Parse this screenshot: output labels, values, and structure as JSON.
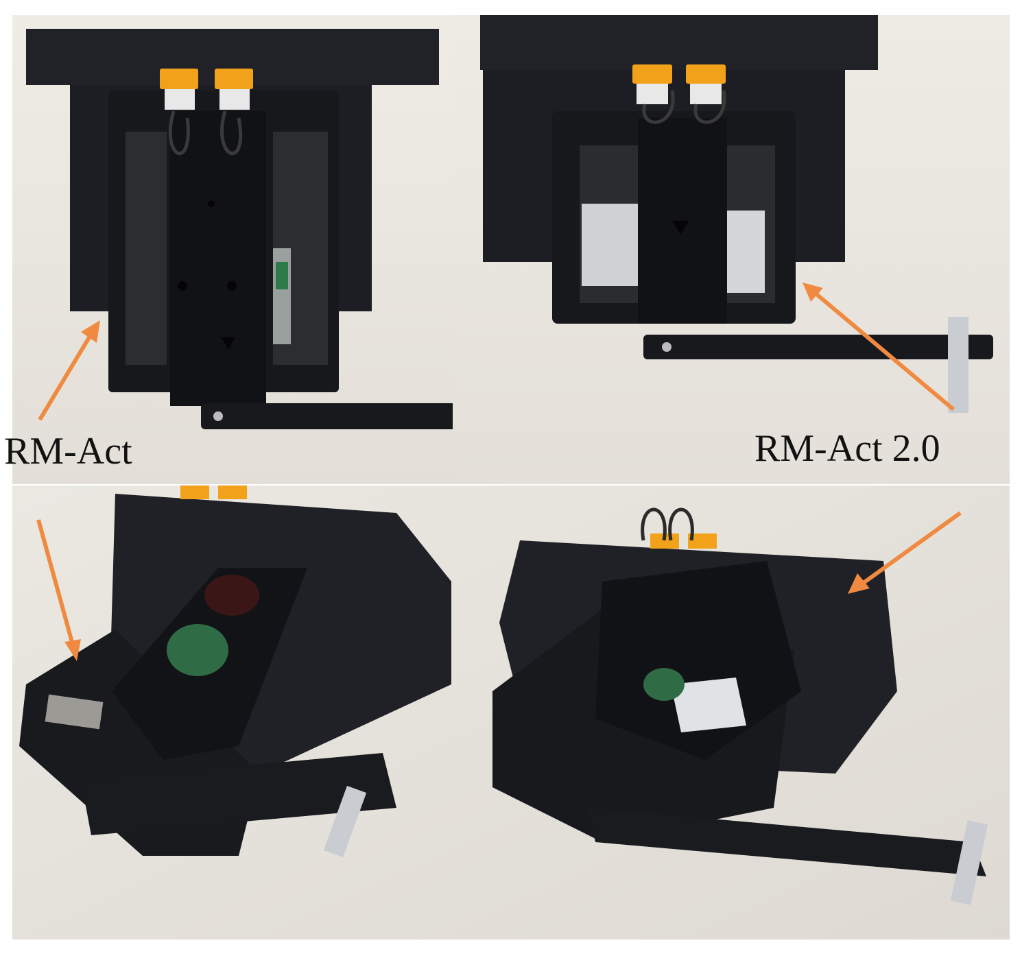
{
  "labels": {
    "left": "RM-Act",
    "right": "RM-Act 2.0"
  },
  "colors": {
    "background_photo": "#e9e6df",
    "actuator_body": "#1b1d22",
    "connector": "#f2a21a",
    "arrow": "#f08a40",
    "bolt": "#c9ccd0"
  },
  "photos": [
    {
      "view": "top",
      "subject": "RM-Act"
    },
    {
      "view": "top",
      "subject": "RM-Act 2.0"
    },
    {
      "view": "angled",
      "subject": "RM-Act"
    },
    {
      "view": "angled",
      "subject": "RM-Act 2.0"
    }
  ]
}
